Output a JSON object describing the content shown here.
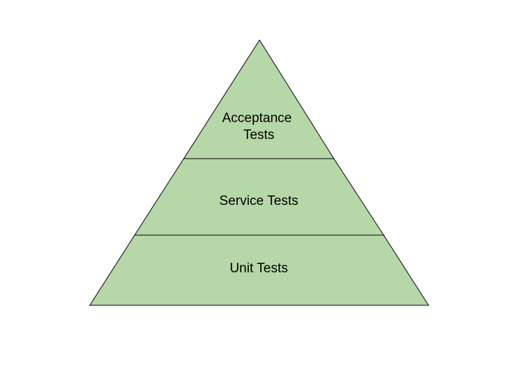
{
  "pyramid": {
    "fill_color": "#b6d7a8",
    "stroke_color": "#000000",
    "tiers": [
      {
        "lines": [
          "Acceptance",
          "Tests"
        ]
      },
      {
        "lines": [
          "Service Tests"
        ]
      },
      {
        "lines": [
          "Unit Tests"
        ]
      }
    ]
  }
}
